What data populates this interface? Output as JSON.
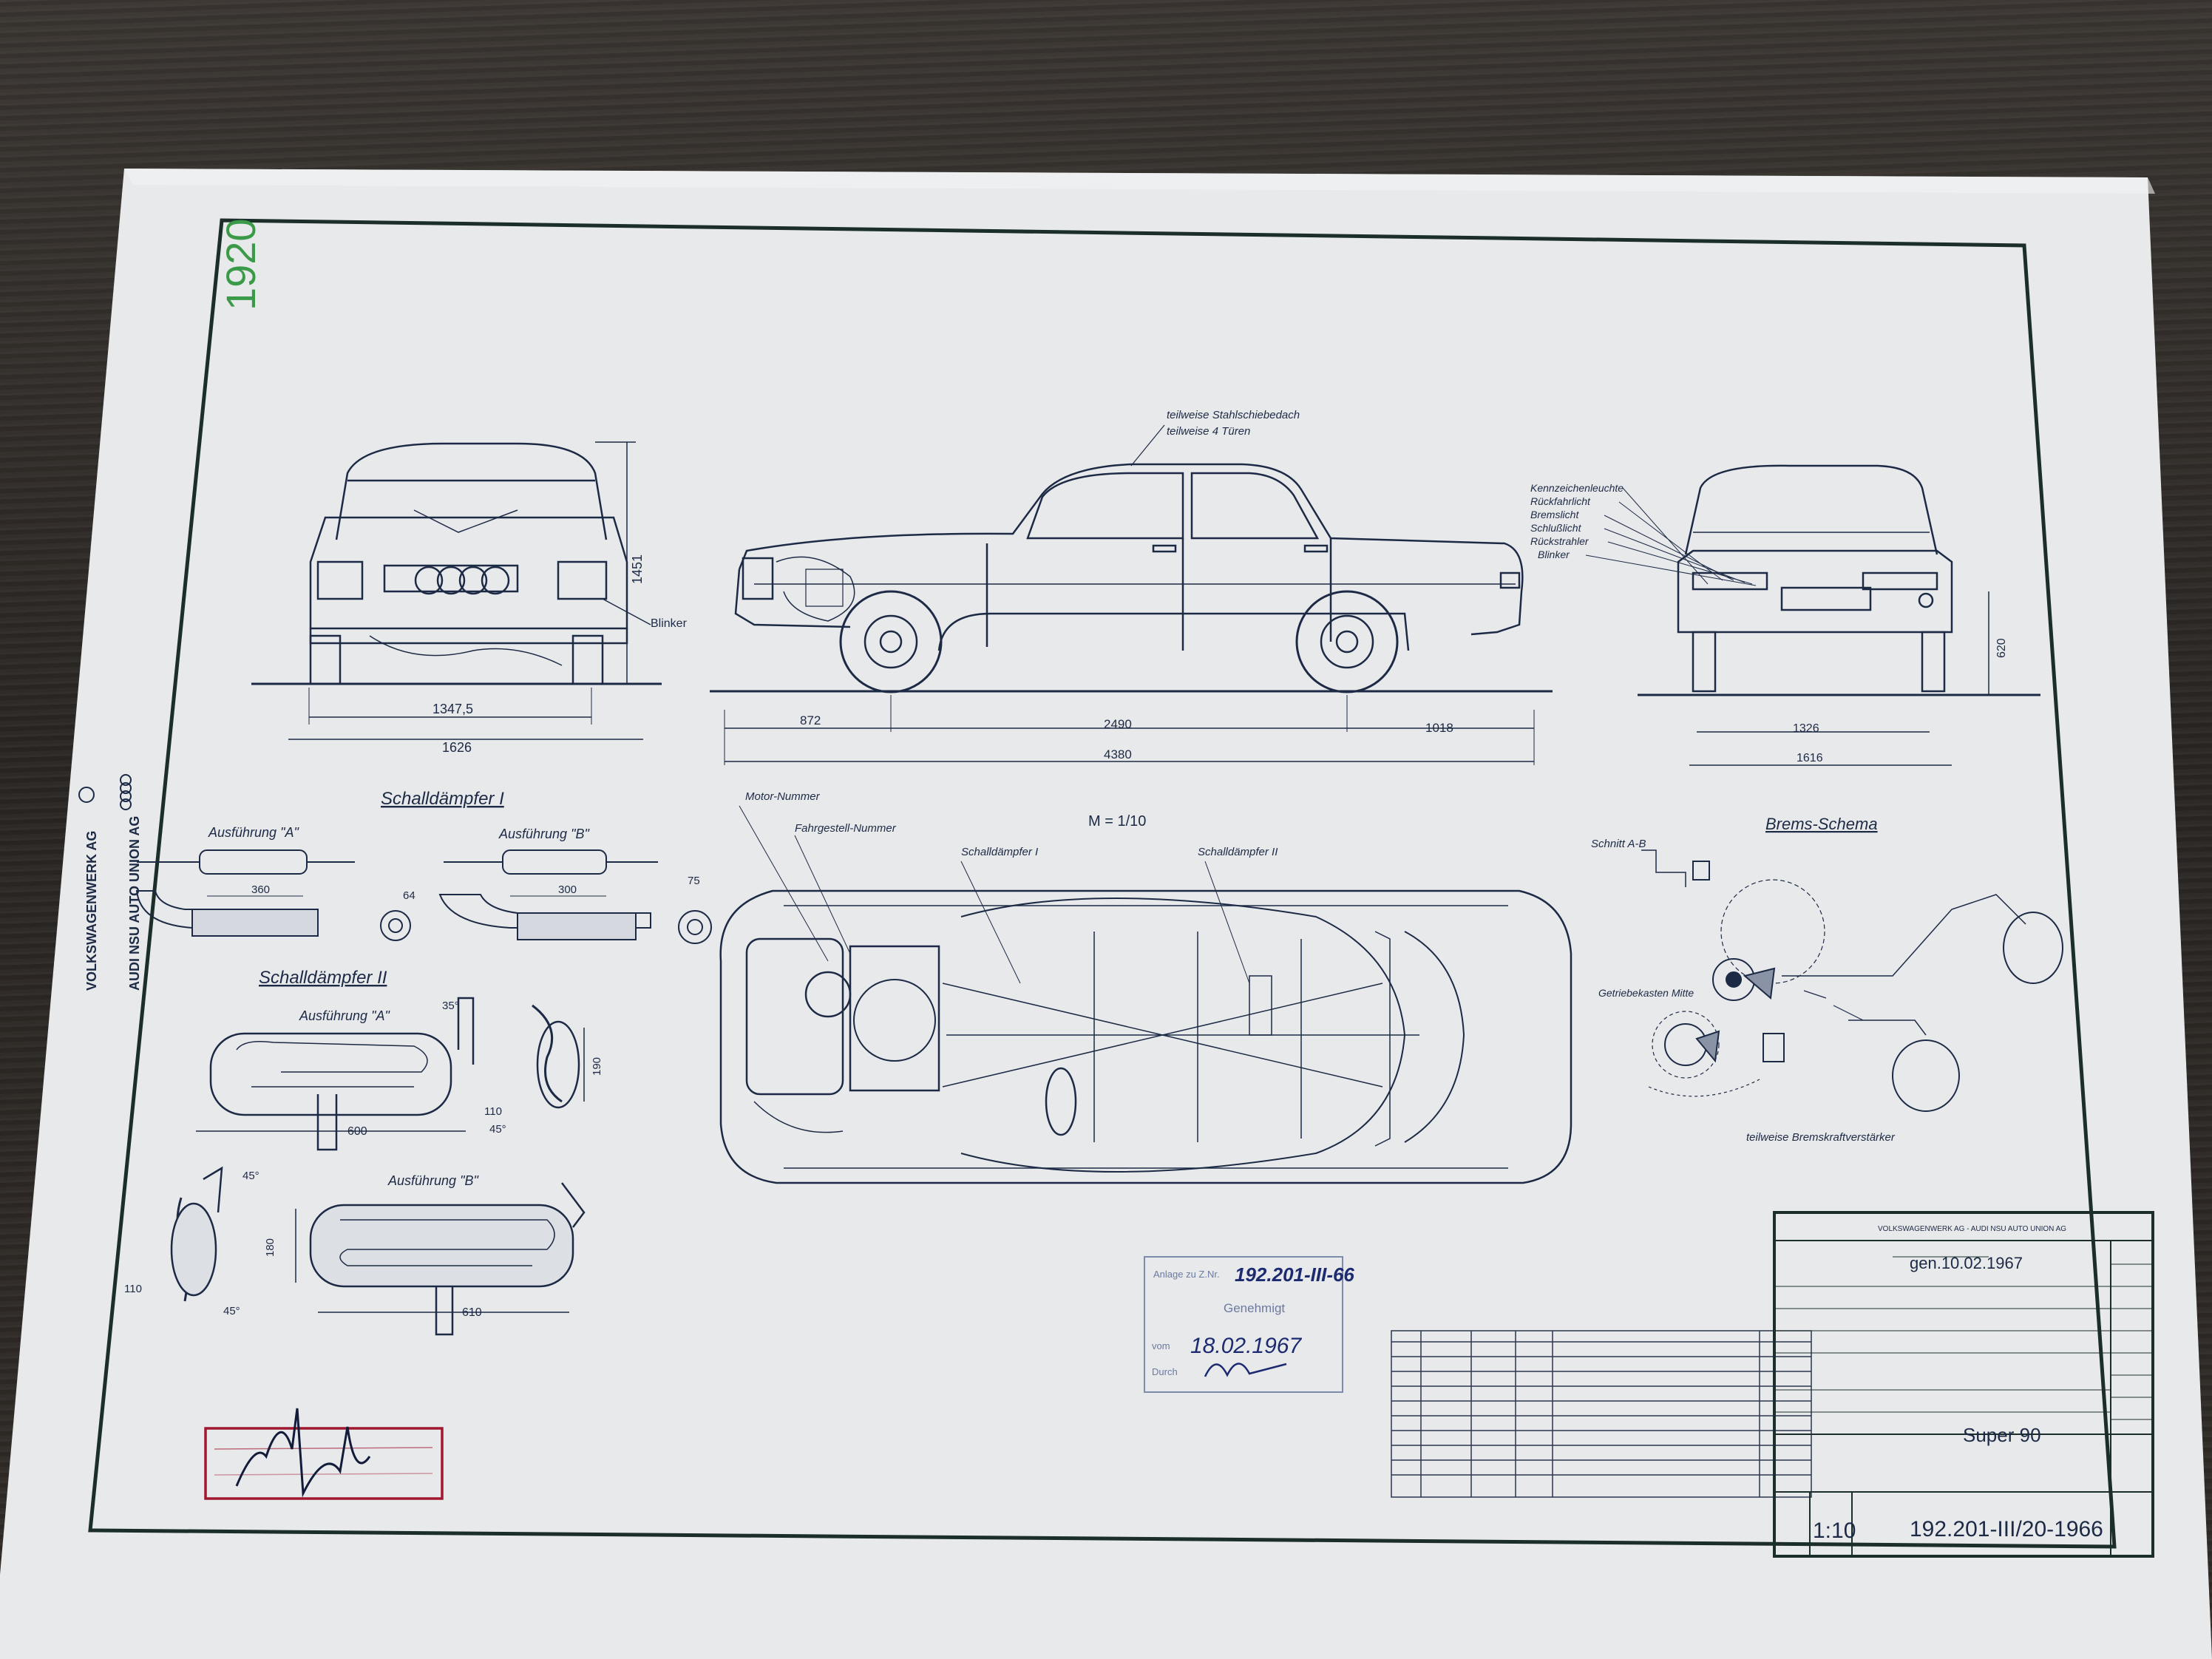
{
  "sheet_number": "1920",
  "publisher_lines": [
    "VOLKSWAGENWERK AG",
    "AUDI NSU AUTO UNION AG"
  ],
  "views": {
    "front": {
      "dims": [
        "1347,5",
        "1626",
        "1451"
      ],
      "blinker_label": "Blinker"
    },
    "side": {
      "callouts": [
        "teilweise Stahlschiebedach",
        "teilweise 4 Türen"
      ],
      "dims": [
        "872",
        "2490",
        "1018",
        "4380"
      ]
    },
    "rear": {
      "callouts": [
        "Kennzeichenleuchte",
        "Rückfahrlicht",
        "Bremslicht",
        "Schlußlicht",
        "Rückstrahler",
        "Blinker"
      ],
      "dims": [
        "1326",
        "1616",
        "620"
      ]
    }
  },
  "mufflers": {
    "title_1": "Schalldämpfer I",
    "title_2": "Schalldämpfer II",
    "variant_a": "Ausführung \"A\"",
    "variant_b": "Ausführung \"B\"",
    "dims_1a": [
      "360",
      "64"
    ],
    "dims_1b": [
      "300",
      "75"
    ],
    "dims_2a": [
      "600",
      "35°",
      "110",
      "190",
      "45°"
    ],
    "dims_2b": [
      "610",
      "180",
      "110",
      "45°",
      "45°"
    ]
  },
  "plan": {
    "scale": "M = 1/10",
    "labels": [
      "Motor-Nummer",
      "Fahrgestell-Nummer",
      "Schalldämpfer I",
      "Schalldämpfer II"
    ]
  },
  "brakes": {
    "title": "Brems-Schema",
    "section": "Schnitt A-B",
    "gearbox": "Getriebekasten Mitte",
    "booster": "teilweise Bremskraftverstärker"
  },
  "approval_stamp": {
    "line1": "Anlage zu Z.Nr.",
    "number": "192.201-III-66",
    "line2": "Genehmigt",
    "line3": "vom",
    "date": "18.02.1967",
    "line4": "Durch"
  },
  "title_block": {
    "company": "VOLKSWAGENWERK AG - AUDI NSU AUTO UNION AG",
    "gen_date": "gen.10.02.1967",
    "vehicle": "Super 90",
    "scale": "1:10",
    "drawing_number": "192.201-III/20-1966"
  },
  "colors": {
    "paper": "#e9eaec",
    "ink": "#1d2a45",
    "frame": "#1b2e2a",
    "sheet_number": "#3a9a48",
    "stamp_red": "#a01830"
  }
}
